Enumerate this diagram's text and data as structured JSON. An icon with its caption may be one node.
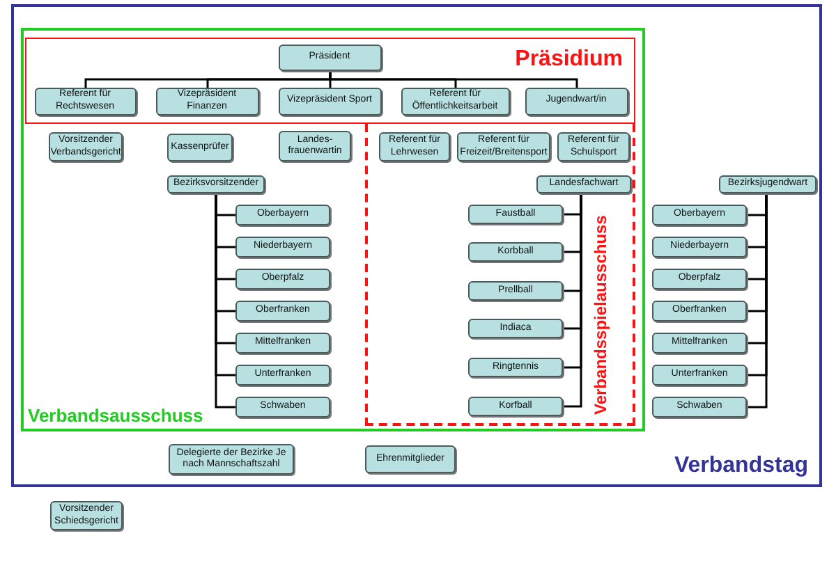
{
  "diagram": {
    "nodes": [
      {
        "text": [
          "Verbandstag"
        ]
      },
      {
        "text": [
          "Verbandsausschuss"
        ],
        "in": 0
      },
      {
        "text": [
          "Präsidium"
        ],
        "in": 1
      },
      {
        "text": [
          "Präsident"
        ],
        "in": 2
      },
      {
        "text": [
          "Referent für Rechtswesen"
        ],
        "in": 2
      },
      {
        "text": [
          "Vizepräsident Finanzen"
        ],
        "in": 2
      },
      {
        "text": [
          "Vizepräsident Sport"
        ],
        "in": 2
      },
      {
        "text": [
          "Referent für Öffentlichkeitsarbeit"
        ],
        "in": 2
      },
      {
        "text": [
          "Jugendwart/in"
        ],
        "in": 2
      },
      {
        "text": [
          "Vorsitzender Verbandsgericht"
        ],
        "in": 1
      },
      {
        "text": [
          "Kassenprüfer"
        ],
        "in": 1
      },
      {
        "text": [
          "Landes- frauenwartin"
        ],
        "in": 1
      },
      {
        "text": [
          "Bezirksvorsitzender"
        ],
        "in": 1
      },
      {
        "text": [
          "Oberbayern"
        ],
        "in": 1
      },
      {
        "text": [
          "Niederbayern"
        ],
        "in": 1
      },
      {
        "text": [
          "Oberpfalz"
        ],
        "in": 1
      },
      {
        "text": [
          "Oberfranken"
        ],
        "in": 1
      },
      {
        "text": [
          "Mittelfranken"
        ],
        "in": 1
      },
      {
        "text": [
          "Unterfranken"
        ],
        "in": 1
      },
      {
        "text": [
          "Schwaben"
        ],
        "in": 1
      },
      {
        "text": [
          "Verbandsspielausschuss"
        ],
        "in": 1
      },
      {
        "text": [
          "Referent für Lehrwesen"
        ],
        "in": 20
      },
      {
        "text": [
          "Referent für Freizeit/Breitensport"
        ],
        "in": 20
      },
      {
        "text": [
          "Referent für Schulsport"
        ],
        "in": 20
      },
      {
        "text": [
          "Landesfachwart"
        ],
        "in": 20
      },
      {
        "text": [
          "Faustball"
        ],
        "in": 20
      },
      {
        "text": [
          "Korbball"
        ],
        "in": 20
      },
      {
        "text": [
          "Prellball"
        ],
        "in": 20
      },
      {
        "text": [
          "Indiaca"
        ],
        "in": 20
      },
      {
        "text": [
          "Ringtennis"
        ],
        "in": 20
      },
      {
        "text": [
          "Korfball"
        ],
        "in": 20
      },
      {
        "text": [
          "Bezirksjugendwart"
        ],
        "in": 0
      },
      {
        "text": [
          "Oberbayern"
        ],
        "in": 0
      },
      {
        "text": [
          "Niederbayern"
        ],
        "in": 0
      },
      {
        "text": [
          "Oberpfalz"
        ],
        "in": 0
      },
      {
        "text": [
          "Oberfranken"
        ],
        "in": 0
      },
      {
        "text": [
          "Mittelfranken"
        ],
        "in": 0
      },
      {
        "text": [
          "Unterfranken"
        ],
        "in": 0
      },
      {
        "text": [
          "Schwaben"
        ],
        "in": 0
      },
      {
        "text": [
          "Delegierte der Bezirke Je nach Mannschaftszahl"
        ],
        "in": 0
      },
      {
        "text": [
          "Ehrenmitglieder"
        ],
        "in": 0
      },
      {
        "text": [
          "Vorsitzender Schiedsgericht"
        ]
      }
    ],
    "edges": [
      {
        "from": 3,
        "to": 4,
        "arrow": "none"
      },
      {
        "from": 3,
        "to": 5,
        "arrow": "none"
      },
      {
        "from": 3,
        "to": 6,
        "arrow": "none"
      },
      {
        "from": 3,
        "to": 7,
        "arrow": "none"
      },
      {
        "from": 3,
        "to": 8,
        "arrow": "none"
      },
      {
        "from": 12,
        "to": 13,
        "arrow": "none"
      },
      {
        "from": 12,
        "to": 14,
        "arrow": "none"
      },
      {
        "from": 12,
        "to": 15,
        "arrow": "none"
      },
      {
        "from": 12,
        "to": 16,
        "arrow": "none"
      },
      {
        "from": 12,
        "to": 17,
        "arrow": "none"
      },
      {
        "from": 12,
        "to": 18,
        "arrow": "none"
      },
      {
        "from": 12,
        "to": 19,
        "arrow": "none"
      },
      {
        "from": 24,
        "to": 25,
        "arrow": "none"
      },
      {
        "from": 24,
        "to": 26,
        "arrow": "none"
      },
      {
        "from": 24,
        "to": 27,
        "arrow": "none"
      },
      {
        "from": 24,
        "to": 28,
        "arrow": "none"
      },
      {
        "from": 24,
        "to": 29,
        "arrow": "none"
      },
      {
        "from": 24,
        "to": 30,
        "arrow": "none"
      },
      {
        "from": 31,
        "to": 32,
        "arrow": "none"
      },
      {
        "from": 31,
        "to": 33,
        "arrow": "none"
      },
      {
        "from": 31,
        "to": 34,
        "arrow": "none"
      },
      {
        "from": 31,
        "to": 35,
        "arrow": "none"
      },
      {
        "from": 31,
        "to": 36,
        "arrow": "none"
      },
      {
        "from": 31,
        "to": 37,
        "arrow": "none"
      },
      {
        "from": 31,
        "to": 38,
        "arrow": "none"
      }
    ]
  }
}
